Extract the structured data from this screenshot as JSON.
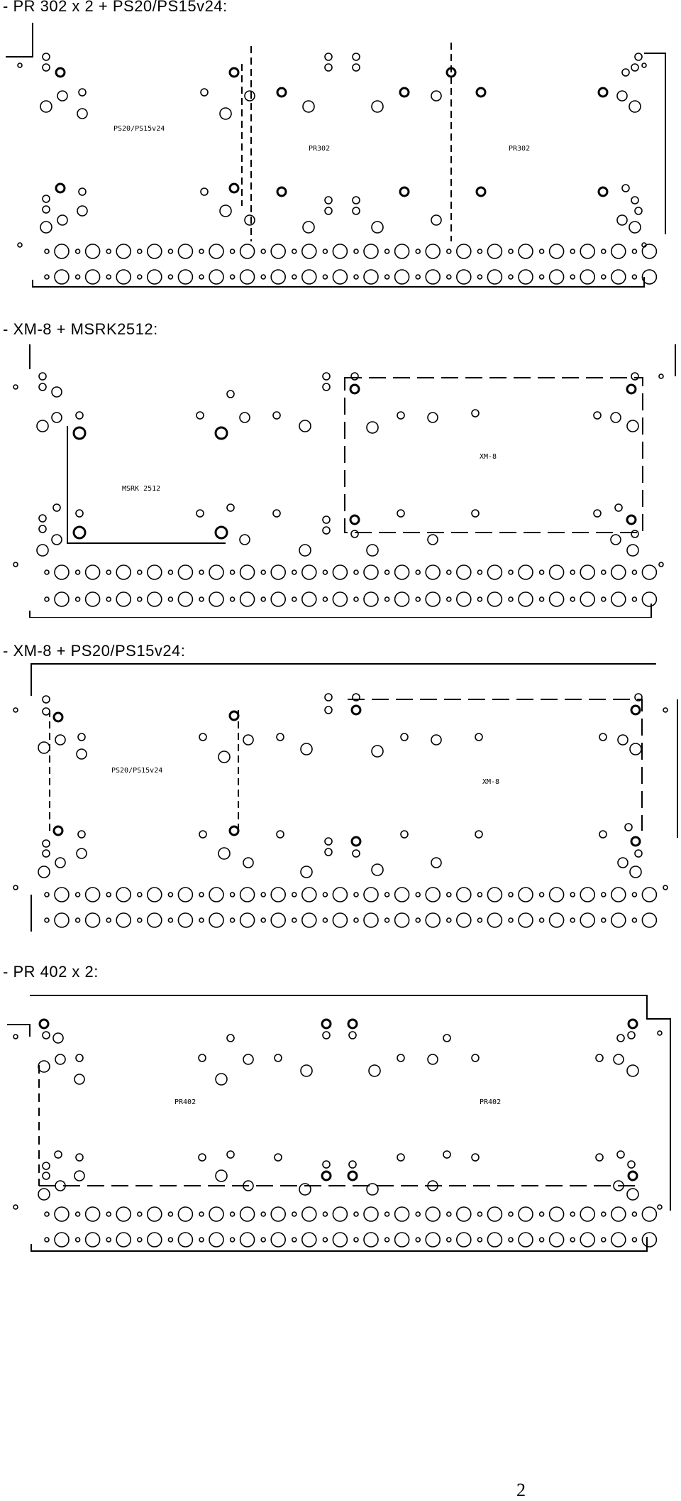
{
  "sections": [
    {
      "heading": "- PR 302 x 2 + PS20/PS15v24:",
      "modules": [
        "PS20/PS15v24",
        "PR302",
        "PR302"
      ]
    },
    {
      "heading": "- XM-8 + MSRK2512:",
      "modules": [
        "MSRK 2512",
        "XM-8"
      ]
    },
    {
      "heading": "- XM-8 + PS20/PS15v24:",
      "modules": [
        "PS20/PS15v24",
        "XM-8"
      ]
    },
    {
      "heading": "- PR 402 x 2:",
      "modules": [
        "PR402",
        "PR402"
      ]
    }
  ],
  "page_number": "2"
}
